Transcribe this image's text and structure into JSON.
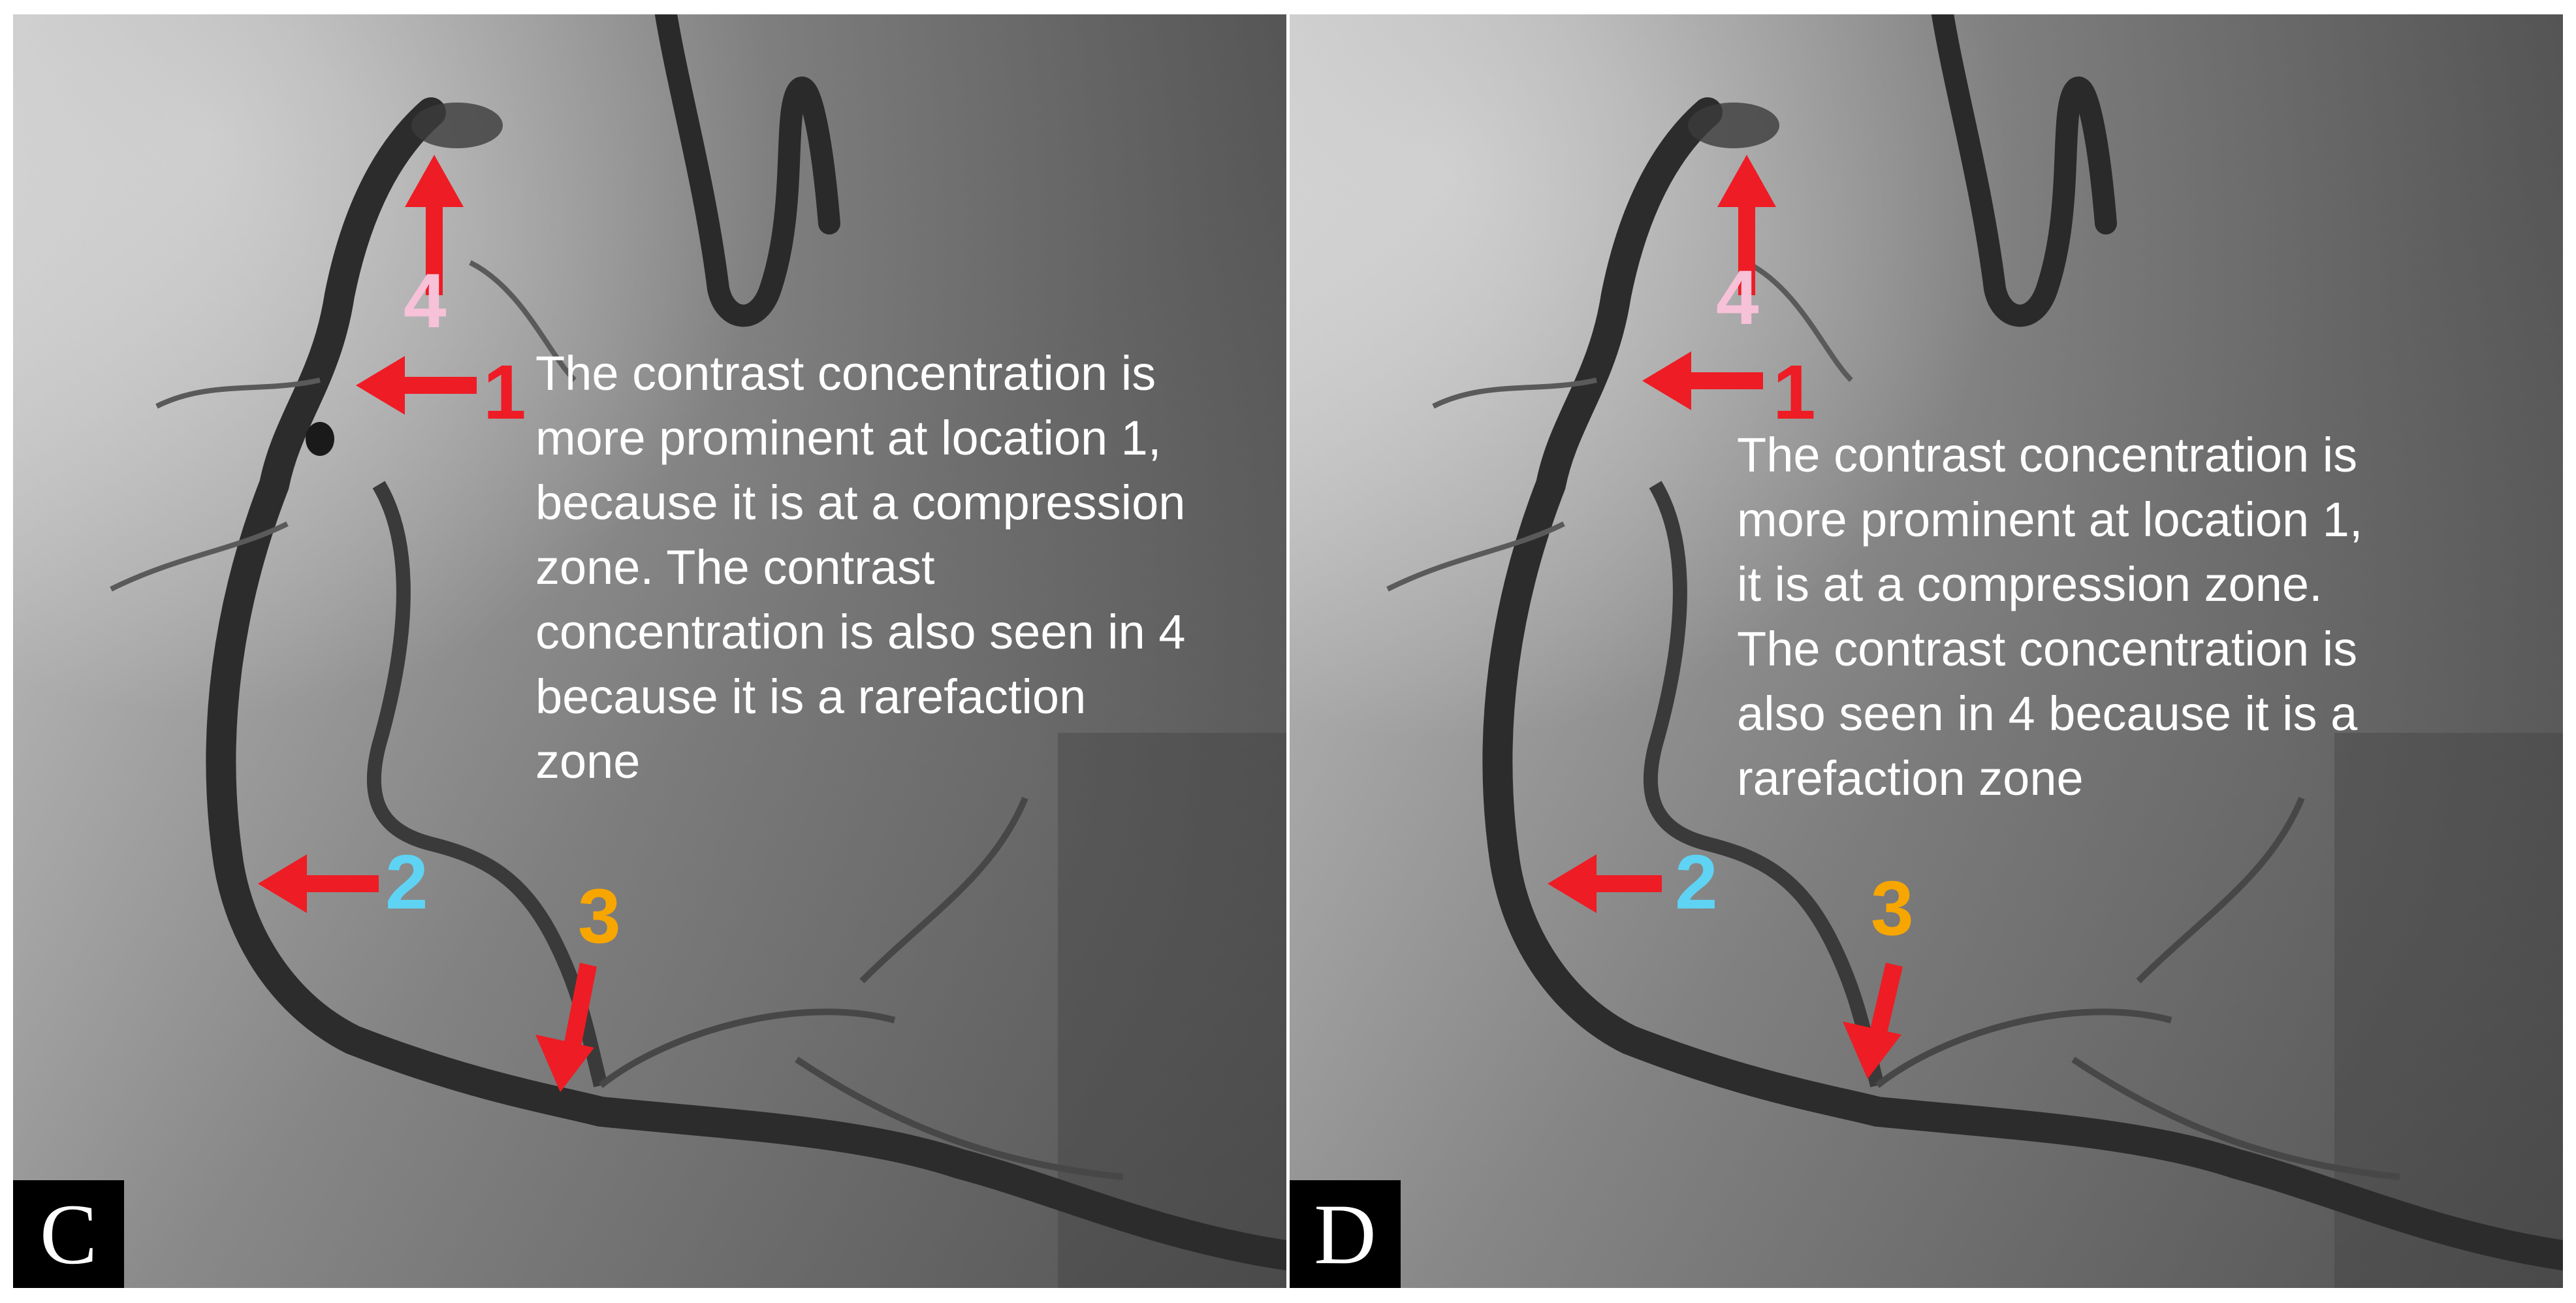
{
  "colors": {
    "arrow": "#ee1c24",
    "label_1": "#ee1c24",
    "label_2": "#5fd3f3",
    "label_3": "#f7a600",
    "label_4": "#f7c1d8",
    "annotation_text": "#ffffff"
  },
  "panels": [
    {
      "letter": "C",
      "annotation": "The contrast concentration is\nmore prominent at location 1,\nbecause it is at a compression\nzone. The contrast\nconcentration is also seen in 4\nbecause it is a rarefaction\nzone",
      "markers": [
        {
          "label": "1",
          "color_key": "label_1",
          "arrow_direction": "left"
        },
        {
          "label": "2",
          "color_key": "label_2",
          "arrow_direction": "left"
        },
        {
          "label": "3",
          "color_key": "label_3",
          "arrow_direction": "down"
        },
        {
          "label": "4",
          "color_key": "label_4",
          "arrow_direction": "up"
        }
      ]
    },
    {
      "letter": "D",
      "annotation": "The contrast concentration is\nmore prominent at location 1,\nit is at a compression zone.\nThe contrast concentration is\nalso seen in 4 because it is a\nrarefaction zone",
      "markers": [
        {
          "label": "1",
          "color_key": "label_1",
          "arrow_direction": "left"
        },
        {
          "label": "2",
          "color_key": "label_2",
          "arrow_direction": "left"
        },
        {
          "label": "3",
          "color_key": "label_3",
          "arrow_direction": "down"
        },
        {
          "label": "4",
          "color_key": "label_4",
          "arrow_direction": "up"
        }
      ]
    }
  ]
}
